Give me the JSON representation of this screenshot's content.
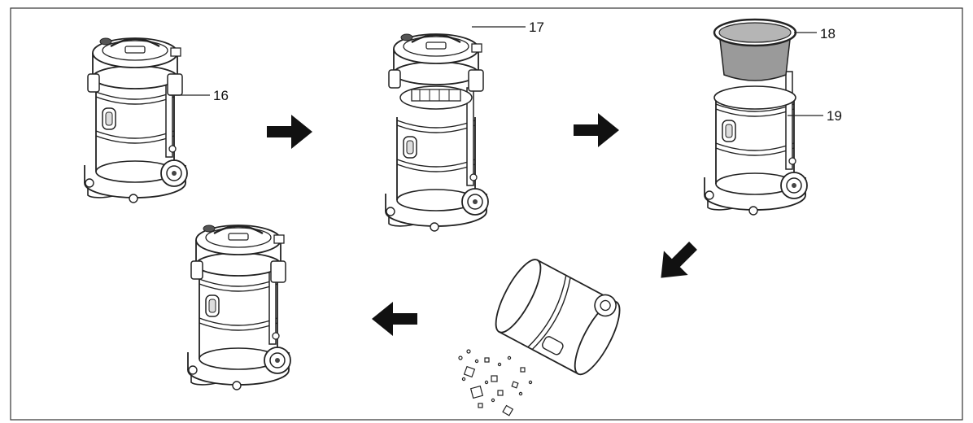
{
  "callouts": {
    "c16": "16",
    "c17": "17",
    "c18": "18",
    "c19": "19"
  },
  "colors": {
    "frame": "#333333",
    "line": "#222222",
    "arrow": "#111111",
    "filter_gray": "#9a9a9a"
  },
  "icons": {
    "arrow": "step-arrow-icon",
    "vacuum": "vacuum-cleaner-icon"
  }
}
